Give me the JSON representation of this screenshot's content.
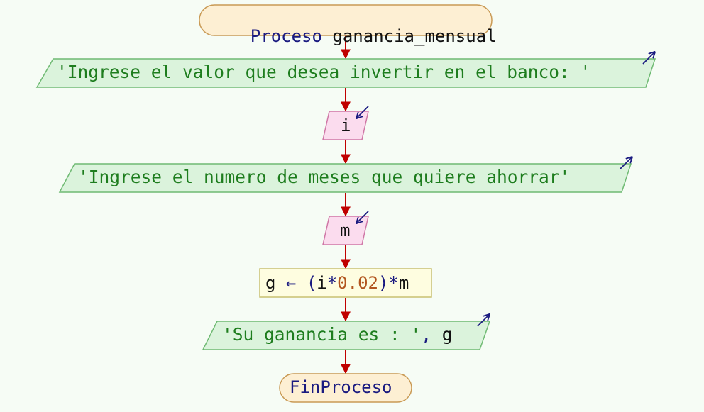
{
  "diagram": {
    "start": {
      "keyword": "Proceso",
      "name": "ganancia_mensual"
    },
    "output_1": {
      "text": "'Ingrese el valor que desea invertir en el banco: '"
    },
    "input_1": {
      "variable": "i"
    },
    "output_2": {
      "text": "'Ingrese el numero de meses que quiere ahorrar'"
    },
    "input_2": {
      "variable": "m"
    },
    "assign": {
      "target": "g",
      "arrow": "←",
      "open": "(",
      "var_i": "i",
      "times_1": "*",
      "number": "0.02",
      "close": ")",
      "times_2": "*",
      "var_m": "m"
    },
    "output_3": {
      "text": "'Su ganancia es : '",
      "comma": ",",
      "variable": "g"
    },
    "end": {
      "keyword": "FinProceso"
    }
  },
  "colors": {
    "terminator_fill": "#fdefd3",
    "terminator_stroke": "#c99a55",
    "output_fill": "#dbf3dc",
    "output_stroke": "#6fba73",
    "input_fill": "#fbdcee",
    "input_stroke": "#cf77a6",
    "process_fill": "#fefde0",
    "process_stroke": "#c9c070",
    "connector": "#c00000",
    "io_arrow": "#1a1a80"
  }
}
